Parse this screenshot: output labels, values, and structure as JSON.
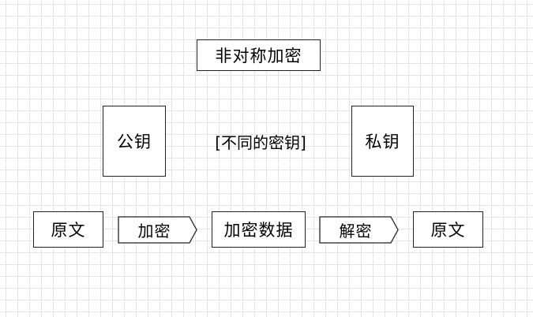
{
  "diagram": {
    "title": "非对称加密",
    "public_key": "公钥",
    "private_key": "私钥",
    "note": "[不同的密钥]",
    "plaintext_left": "原文",
    "encrypt": "加密",
    "ciphertext": "加密数据",
    "decrypt": "解密",
    "plaintext_right": "原文"
  }
}
